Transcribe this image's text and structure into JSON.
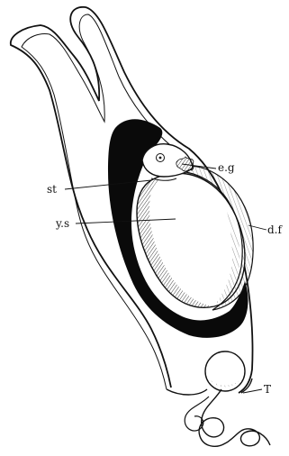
{
  "labels": {
    "eg": "e.g",
    "st": "st",
    "ys": "y.s",
    "df": "d.f",
    "T": "T"
  }
}
